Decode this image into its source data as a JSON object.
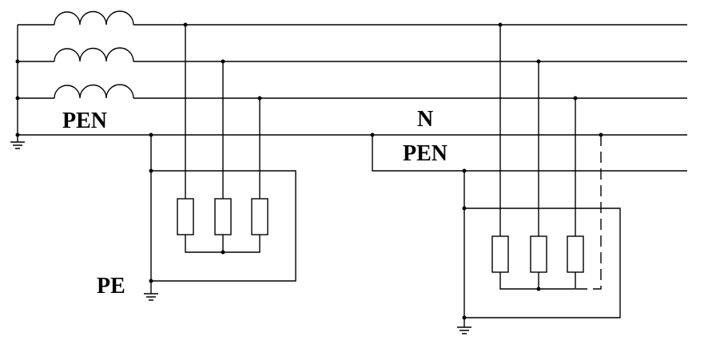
{
  "labels": {
    "pen_left": "PEN",
    "n_right": "N",
    "pen_right": "PEN",
    "pe_left": "PE"
  }
}
